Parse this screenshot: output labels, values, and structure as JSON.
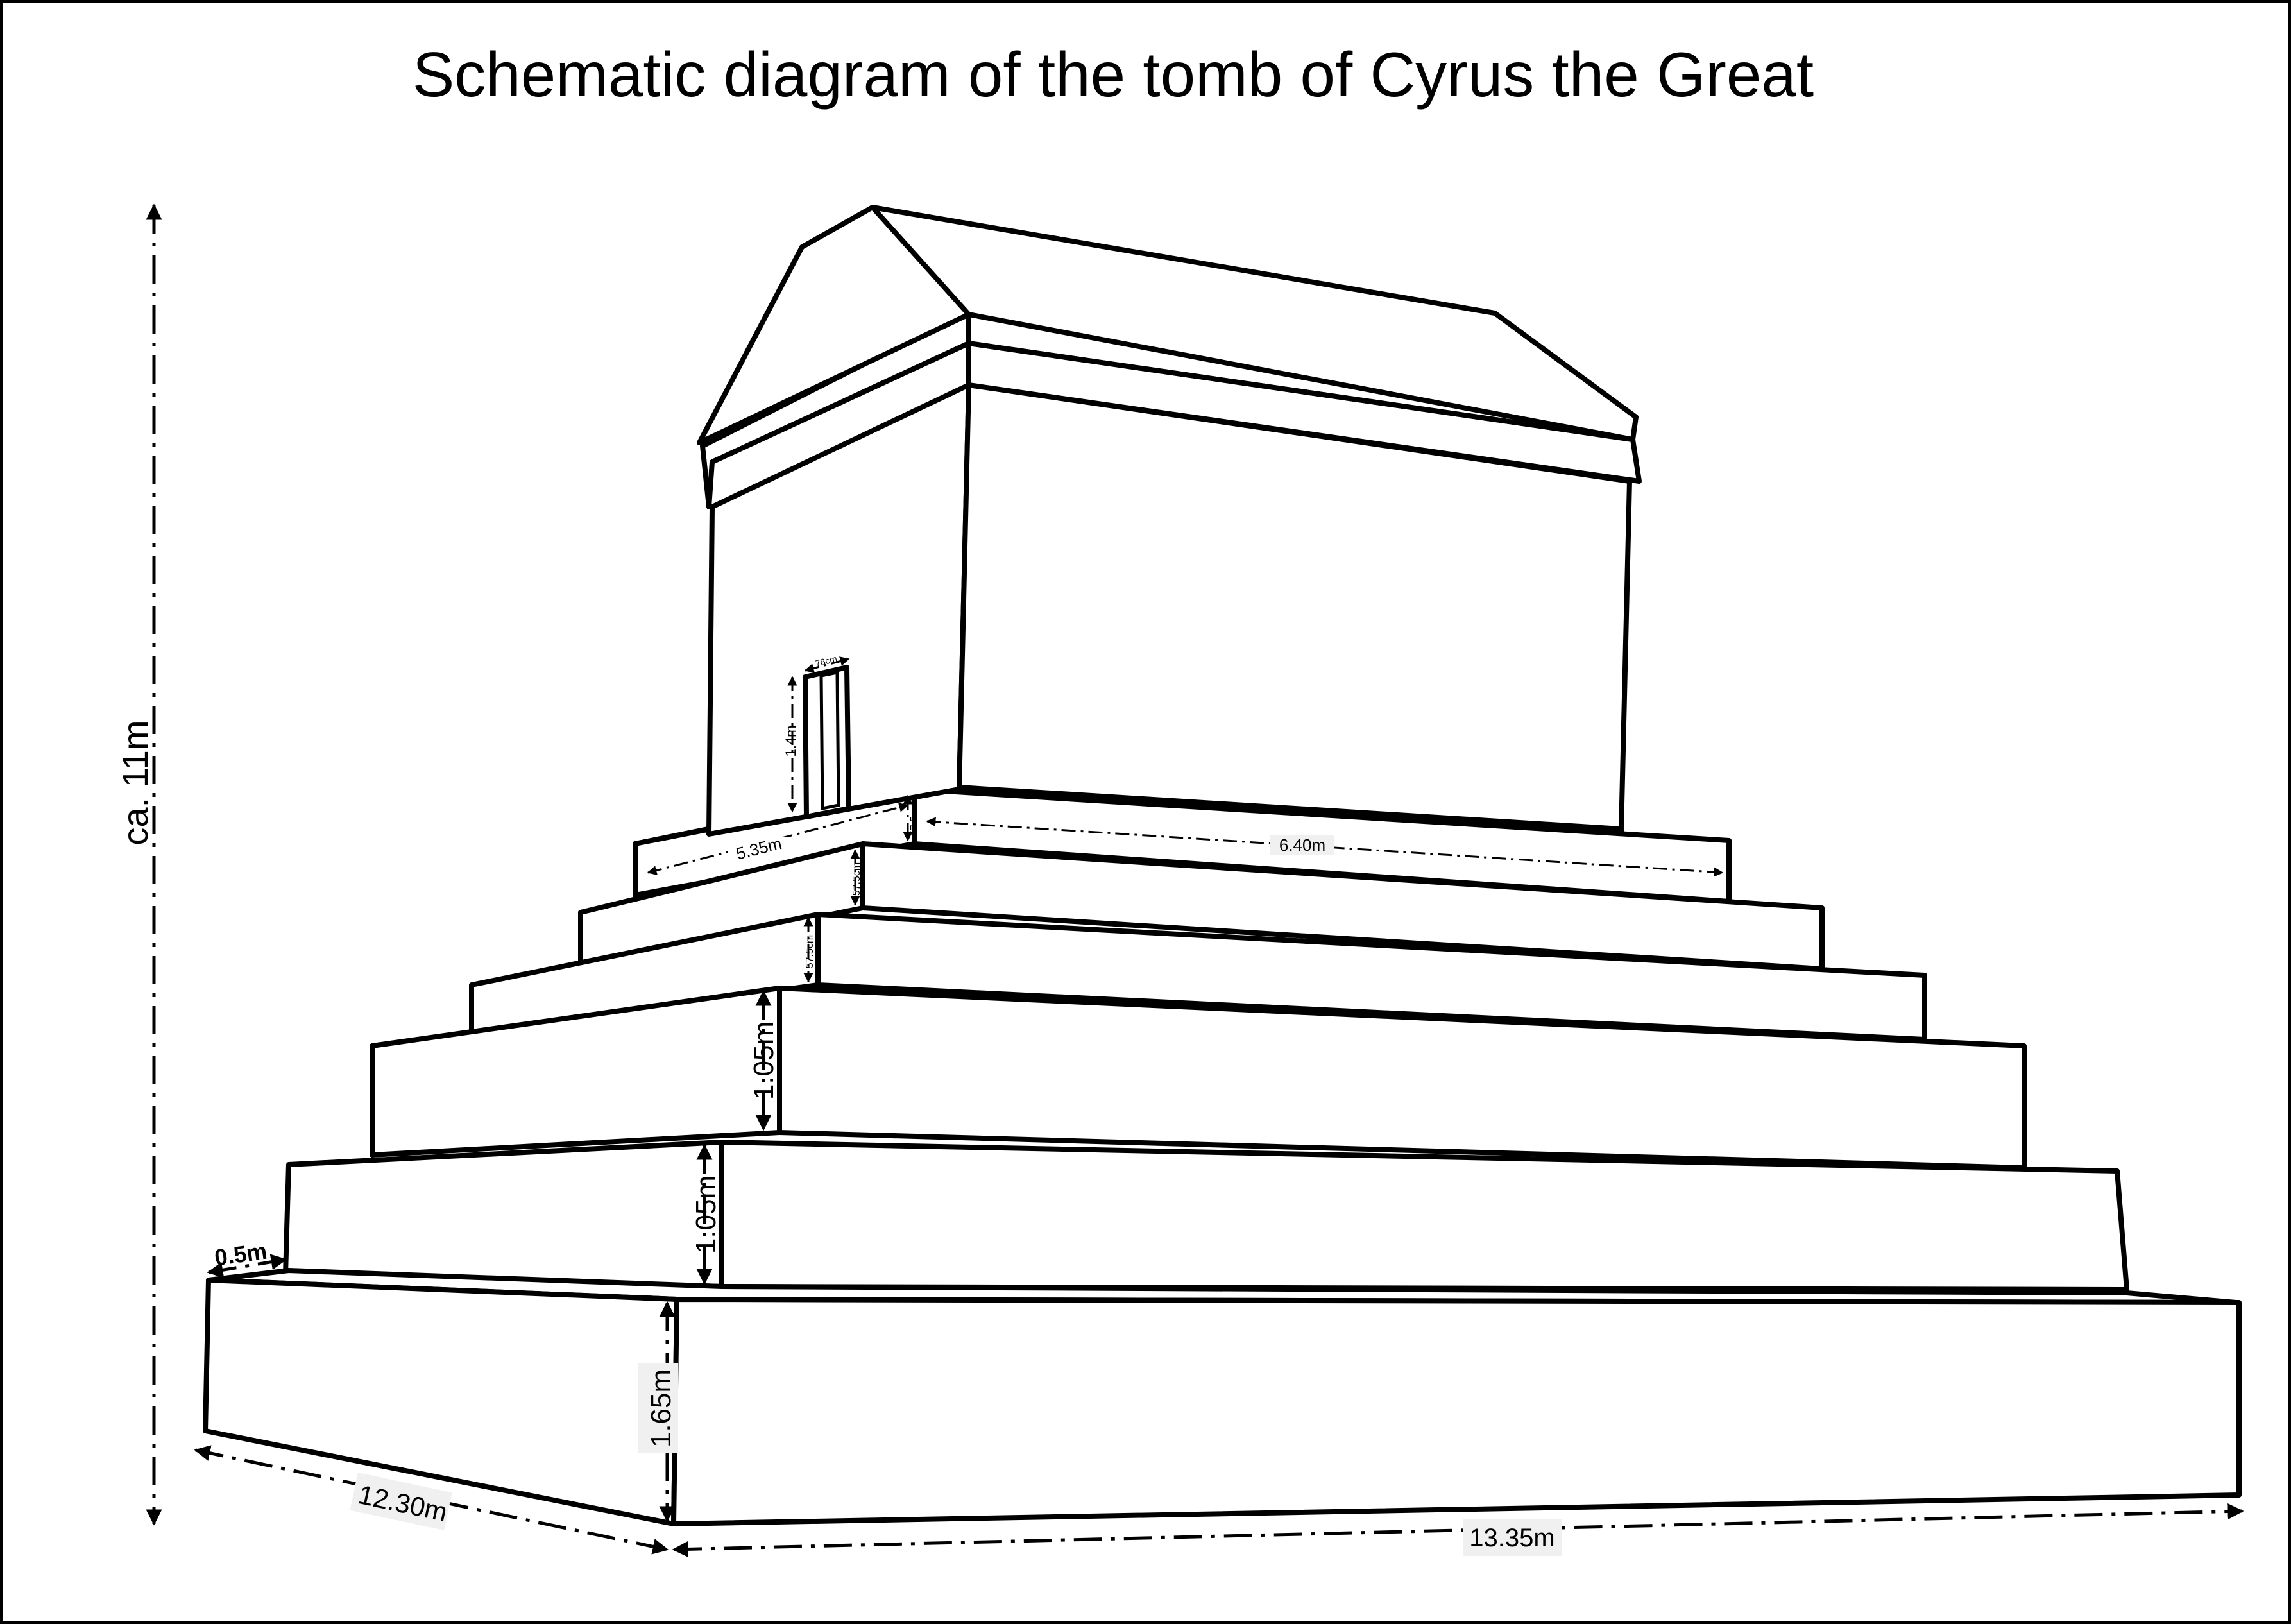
{
  "title": "Schematic diagram of the tomb of Cyrus the Great",
  "dimensions": {
    "total_height": "ca. 11m",
    "base_depth": "12.30m",
    "base_width": "13.35m",
    "ledge": "0.5m",
    "base_height": "1.65m",
    "tier2_height": "1.05m",
    "tier3_height": "1.05m",
    "tier4_height": "57.5cm",
    "tier5_height": "57.5cm",
    "tier6_height": "57.5cm",
    "top_depth": "5.35m",
    "top_width": "6.40m",
    "door_height": "1.4m",
    "door_width": "78cm"
  }
}
